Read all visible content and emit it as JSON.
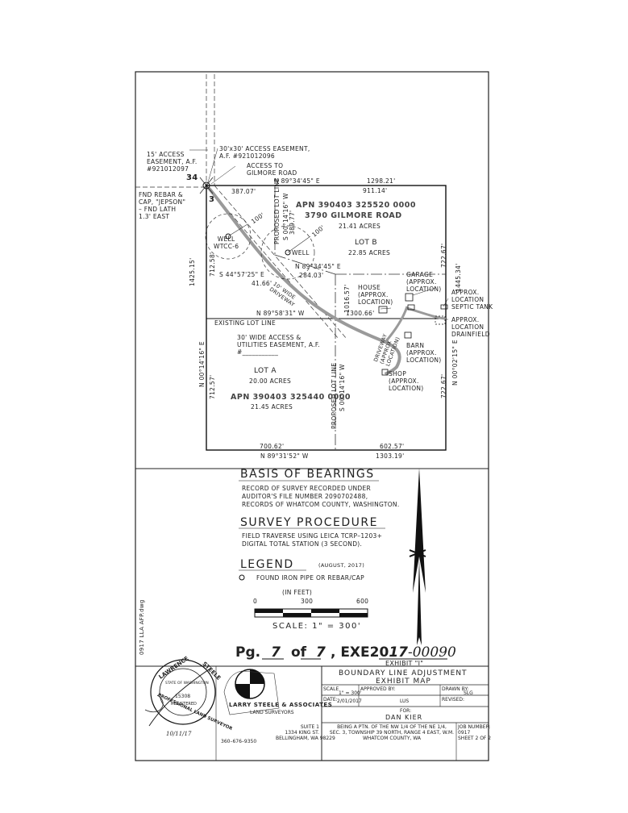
{
  "top_notes": {
    "access_15": [
      "15' ACCESS",
      "EASEMENT, A.F.",
      "#921012097"
    ],
    "easement_30": [
      "30'x30' ACCESS EASEMENT,",
      "A.F. #921012096"
    ],
    "access_to": [
      "ACCESS TO",
      "GILMORE ROAD"
    ],
    "corner_34": "34",
    "corner_3": "3",
    "fnd_rebar": [
      "FND REBAR &",
      "CAP, \"JEPSON\"",
      "– FND LATH",
      "1.3' EAST"
    ]
  },
  "bearings": {
    "north_line": "N 89°34'45\" E",
    "north_total": "1298.21'",
    "north_lotb": "911.14'",
    "west_seg": "387.07'",
    "prop_line_north": "S 00°14'16\" W",
    "prop_line_north_dist": "389.77'",
    "diag_bearing": "S 44°57'25\" E",
    "diag_dist": "41.66'",
    "mid_bearing": "N 89°34'45\" E",
    "mid_dist": "284.03'",
    "lot_line_bearing": "N 89°58'31\" W",
    "lot_line_dist": "1300.66'",
    "dim_1016": "1016.57'",
    "west_total": "1425.15'",
    "west_upper": "712.58'",
    "west_bearing": "N 00°14'16\" E",
    "west_lower": "712.57'",
    "east_upper": "722.67'",
    "east_total": "1445.34'",
    "east_bearing": "N 00°02'15\" E",
    "east_lower": "722.67'",
    "prop_line_south": "S 00°14'16\" W",
    "south_left": "700.62'",
    "south_right": "602.57'",
    "south_bearing": "N 89°31'52\" W",
    "south_total": "1303.19'",
    "radius_100_a": "100'",
    "radius_100_b": "100'"
  },
  "labels": {
    "apn_b": "APN 390403 325520 0000",
    "addr_b": "3790 GILMORE ROAD",
    "acres_b1": "21.41 ACRES",
    "lot_b": "LOT B",
    "acres_b2": "22.85 ACRES",
    "well1": [
      "WELL",
      "WTCC-6"
    ],
    "well2": "WELL",
    "proposed_lot_line": "PROPOSED LOT LINE",
    "wide_driveway": [
      "10' WIDE",
      "DRIVEWAY"
    ],
    "existing_lot_line": "EXISTING LOT LINE",
    "access_util": [
      "30' WIDE ACCESS &",
      "UTILITIES EASEMENT, A.F.",
      "#___________"
    ],
    "house": [
      "HOUSE",
      "(APPROX.",
      "LOCATION)"
    ],
    "garage": [
      "GARAGE",
      "(APPROX.",
      "LOCATION)"
    ],
    "septic": [
      "APPROX.",
      "LOCATION",
      "SEPTIC TANK"
    ],
    "drainfield": [
      "APPROX.",
      "LOCATION",
      "DRAINFIELD"
    ],
    "driveway_approx": [
      "DRIVEWAY",
      "(APPROX",
      "LOCATION)"
    ],
    "barn": [
      "BARN",
      "(APPROX.",
      "LOCATION)"
    ],
    "shop": [
      "SHOP",
      "(APPROX.",
      "LOCATION)"
    ],
    "lot_a": "LOT A",
    "acres_a1": "20.00 ACRES",
    "apn_a": "APN 390403 325440 0000",
    "acres_a2": "21.45 ACRES"
  },
  "notes": {
    "basis_title": "BASIS OF BEARINGS",
    "basis_lines": [
      "RECORD OF SURVEY RECORDED UNDER",
      "AUDITOR'S FILE NUMBER 2090702488,",
      "RECORDS OF WHATCOM COUNTY, WASHINGTON."
    ],
    "survey_title": "SURVEY PROCEDURE",
    "survey_lines": [
      "FIELD TRAVERSE USING LEICA TCRP–1203+",
      "DIGITAL TOTAL STATION (3 SECOND)."
    ],
    "legend_title": "LEGEND",
    "legend_date": "(AUGUST, 2017)",
    "legend_item": "FOUND IRON PIPE OR REBAR/CAP",
    "in_feet": "(IN FEET)",
    "scale_ticks": [
      "0",
      "300",
      "600"
    ],
    "scale_text": "SCALE: 1\" = 300'"
  },
  "page_stamp": {
    "prefix": "Pg.",
    "page": "7",
    "of": "of",
    "total": "7",
    "exe": ", EXE20",
    "year": "17",
    "dash_num": "-00090"
  },
  "exhibit": "EXHIBIT \"I\"",
  "file_label": "0917 LLA AFP.dwg",
  "title_block": {
    "title1": "BOUNDARY LINE ADJUSTMENT",
    "title2": "EXHIBIT MAP",
    "scale_label": "SCALE",
    "scale_val": "1\" = 300'",
    "approved_label": "APPROVED BY:",
    "approved_val": "LUS",
    "drawn_label": "DRAWN BY:",
    "drawn_val": "SLG",
    "date_label": "DATE:",
    "date_val": "2/01/2017",
    "revised_label": "REVISED:",
    "for_label": "FOR:",
    "client": "DAN KIER",
    "desc": [
      "BEING A PTN. OF THE NW 1/4 OF THE NE 1/4,",
      "SEC. 3, TOWNSHIP 39 NORTH, RANGE 4 EAST, W.M.",
      "WHATCOM COUNTY, WA"
    ],
    "job_label": "JOB NUMBER:",
    "job_val": "0917",
    "sheet_val": "SHEET 2 OF 2",
    "firm": "LARRY STEELE & ASSOCIATES",
    "firm_sub": "LAND SURVEYORS",
    "addr": [
      "SUITE 1",
      "1334 KING ST.",
      "BELLINGHAM, WA 98229"
    ],
    "phone": "360–676–9350"
  },
  "seal": {
    "ring_top": "LAWRENCE",
    "ring_right": "STEELE",
    "inner": "STATE OF WASHINGTON",
    "number": "15308",
    "registered": "REGISTERED",
    "ring_bottom": "PROFESSIONAL LAND SURVEYOR",
    "date": "10/11/17"
  }
}
